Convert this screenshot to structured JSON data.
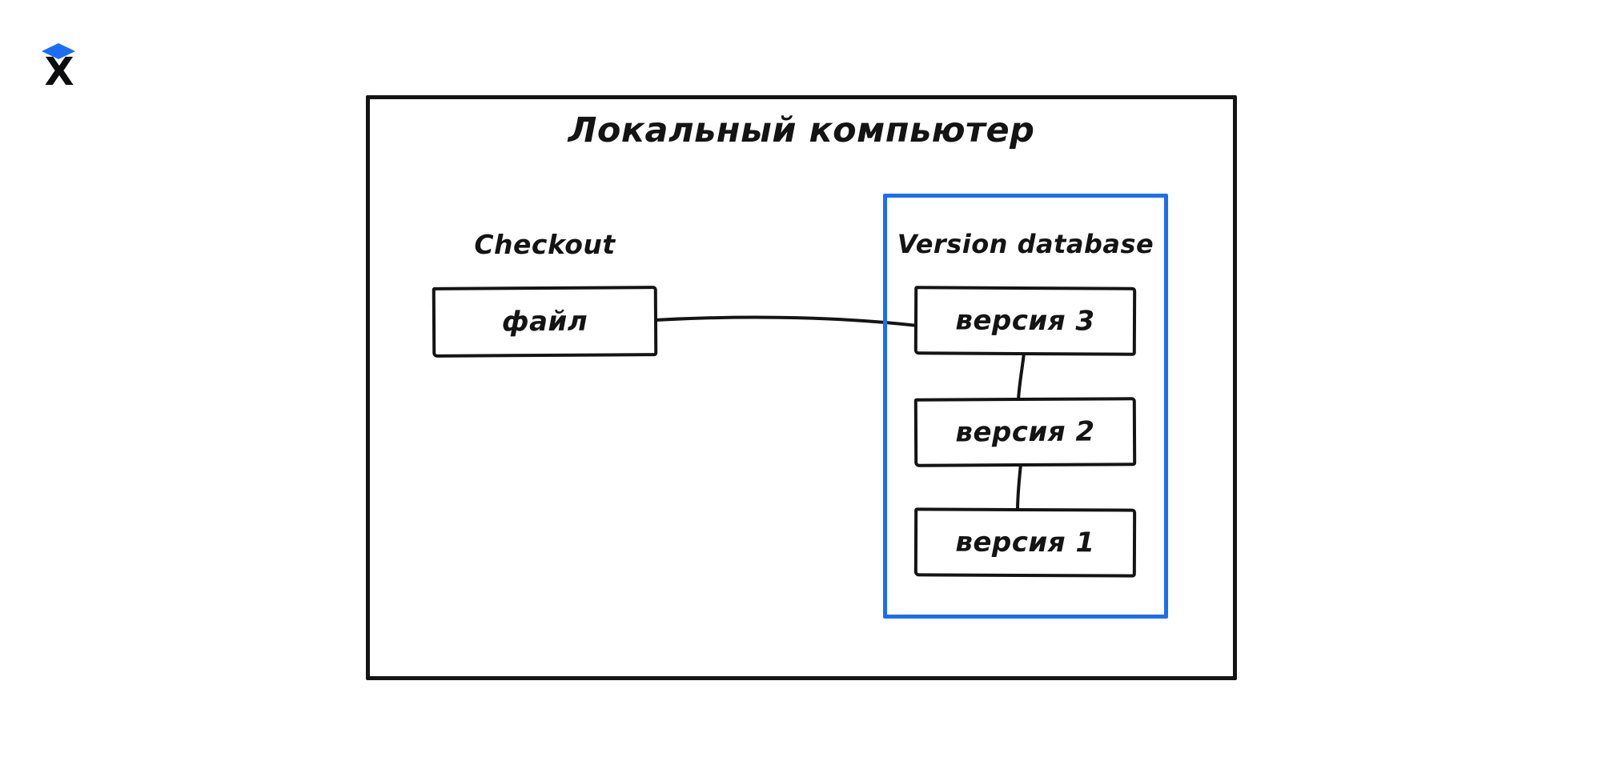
{
  "app": {
    "logo": {
      "letter": "X",
      "name": "practicum-logo"
    }
  },
  "diagram": {
    "title": "Локальный компьютер",
    "checkout": {
      "label": "Checkout",
      "box_label": "файл"
    },
    "version_database": {
      "label": "Version database",
      "versions": [
        "версия 3",
        "версия 2",
        "версия 1"
      ]
    },
    "colors": {
      "accent_blue": "#1b6ef3",
      "stroke": "#141414",
      "background": "#ffffff"
    }
  }
}
